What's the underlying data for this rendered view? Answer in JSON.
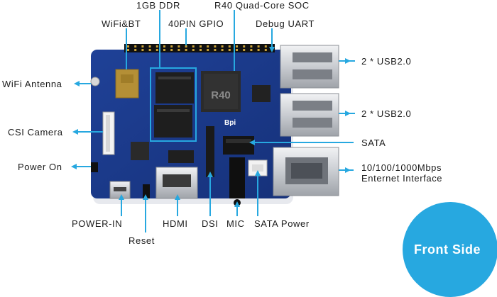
{
  "labels": {
    "ddr": "1GB DDR",
    "soc": "R40 Quad-Core SOC",
    "wifibt": "WiFi&BT",
    "gpio": "40PIN GPIO",
    "uart": "Debug UART",
    "wifi_antenna": "WiFi Antenna",
    "csi_camera": "CSI Camera",
    "power_on": "Power On",
    "power_in": "POWER-IN",
    "reset": "Reset",
    "hdmi": "HDMI",
    "dsi": "DSI",
    "mic": "MIC",
    "sata_power": "SATA Power",
    "usb_top": "2 * USB2.0",
    "usb_bottom": "2 * USB2.0",
    "sata": "SATA",
    "ethernet_line1": "10/100/1000Mbps",
    "ethernet_line2": "Enternet Interface"
  },
  "board": {
    "chip_text": "R40",
    "brand_text": "Bpi"
  },
  "badge": {
    "text": "Front Side"
  },
  "colors": {
    "accent": "#27a8e0",
    "pcb": "#1c3b8c",
    "metal": "#cfd2d6"
  }
}
